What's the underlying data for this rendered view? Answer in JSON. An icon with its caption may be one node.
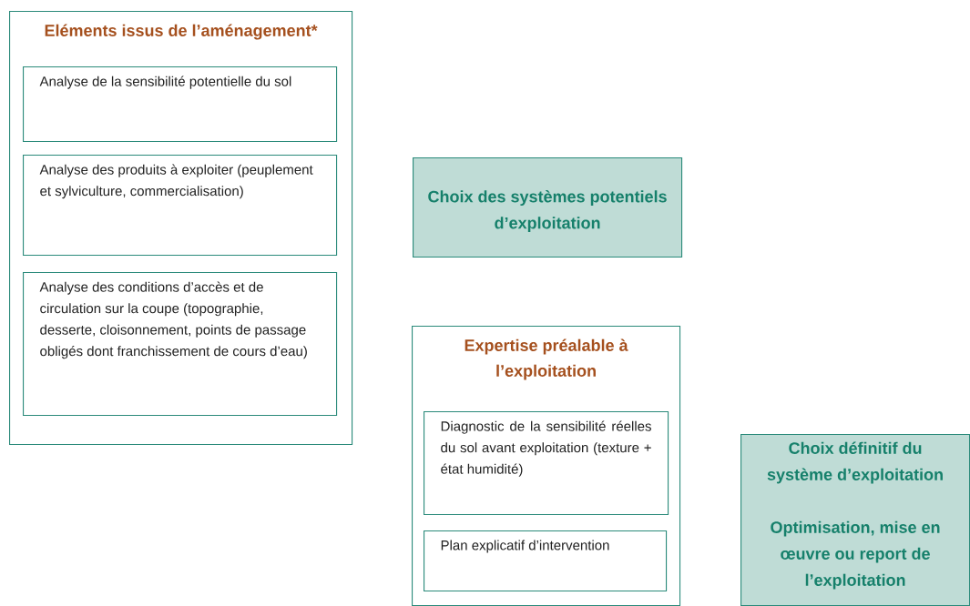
{
  "diagram": {
    "nodes": [
      {
        "text": [
          "Eléments issus de l’aménagement*"
        ]
      },
      {
        "text": [
          "Analyse de la sensibilité potentielle du sol"
        ],
        "in": 0
      },
      {
        "text": [
          "Analyse des produits à exploiter (peuplement et sylviculture, commercialisation)"
        ],
        "in": 0
      },
      {
        "text": [
          "Analyse des conditions d’accès et de circulation sur la coupe (topographie, desserte, cloisonnement, points de passage obligés dont franchissement de cours d’eau)"
        ],
        "in": 0
      },
      {
        "text": [
          "Choix des systèmes potentiels d’exploitation"
        ]
      },
      {
        "text": [
          "Expertise préalable à l’exploitation"
        ]
      },
      {
        "text": [
          "Diagnostic de la sensibilité réelles du sol avant exploitation (texture + état humidité)"
        ],
        "in": 5
      },
      {
        "text": [
          "Plan explicatif d’intervention"
        ],
        "in": 5
      },
      {
        "text": [
          "Choix définitif du système d’exploitation",
          "Optimisation, mise en œuvre ou report de l’exploitation"
        ]
      }
    ]
  }
}
